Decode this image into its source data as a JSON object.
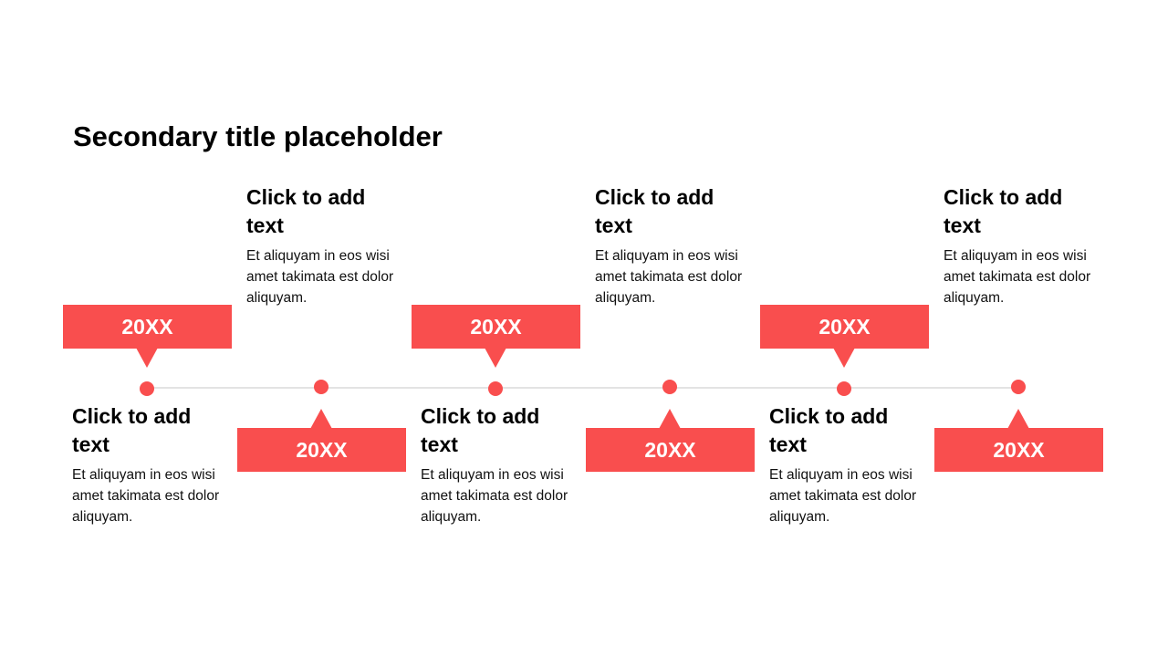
{
  "slide": {
    "title": "Secondary title placeholder"
  },
  "colors": {
    "accent": "#f94e4e",
    "line": "#e3e3e3",
    "text": "#000000"
  },
  "milestones": [
    {
      "year": "20XX",
      "heading": "Click to add text",
      "body": "Et aliquyam in eos wisi amet takimata est dolor aliquyam."
    },
    {
      "year": "20XX",
      "heading": "Click to add text",
      "body": "Et aliquyam in eos wisi amet takimata est dolor aliquyam."
    },
    {
      "year": "20XX",
      "heading": "Click to add text",
      "body": "Et aliquyam in eos wisi amet takimata est dolor aliquyam."
    },
    {
      "year": "20XX",
      "heading": "Click to add text",
      "body": "Et aliquyam in eos wisi amet takimata est dolor aliquyam."
    },
    {
      "year": "20XX",
      "heading": "Click to add text",
      "body": "Et aliquyam in eos wisi amet takimata est dolor aliquyam."
    },
    {
      "year": "20XX",
      "heading": "Click to add text",
      "body": "Et aliquyam in eos wisi amet takimata est dolor aliquyam."
    }
  ]
}
